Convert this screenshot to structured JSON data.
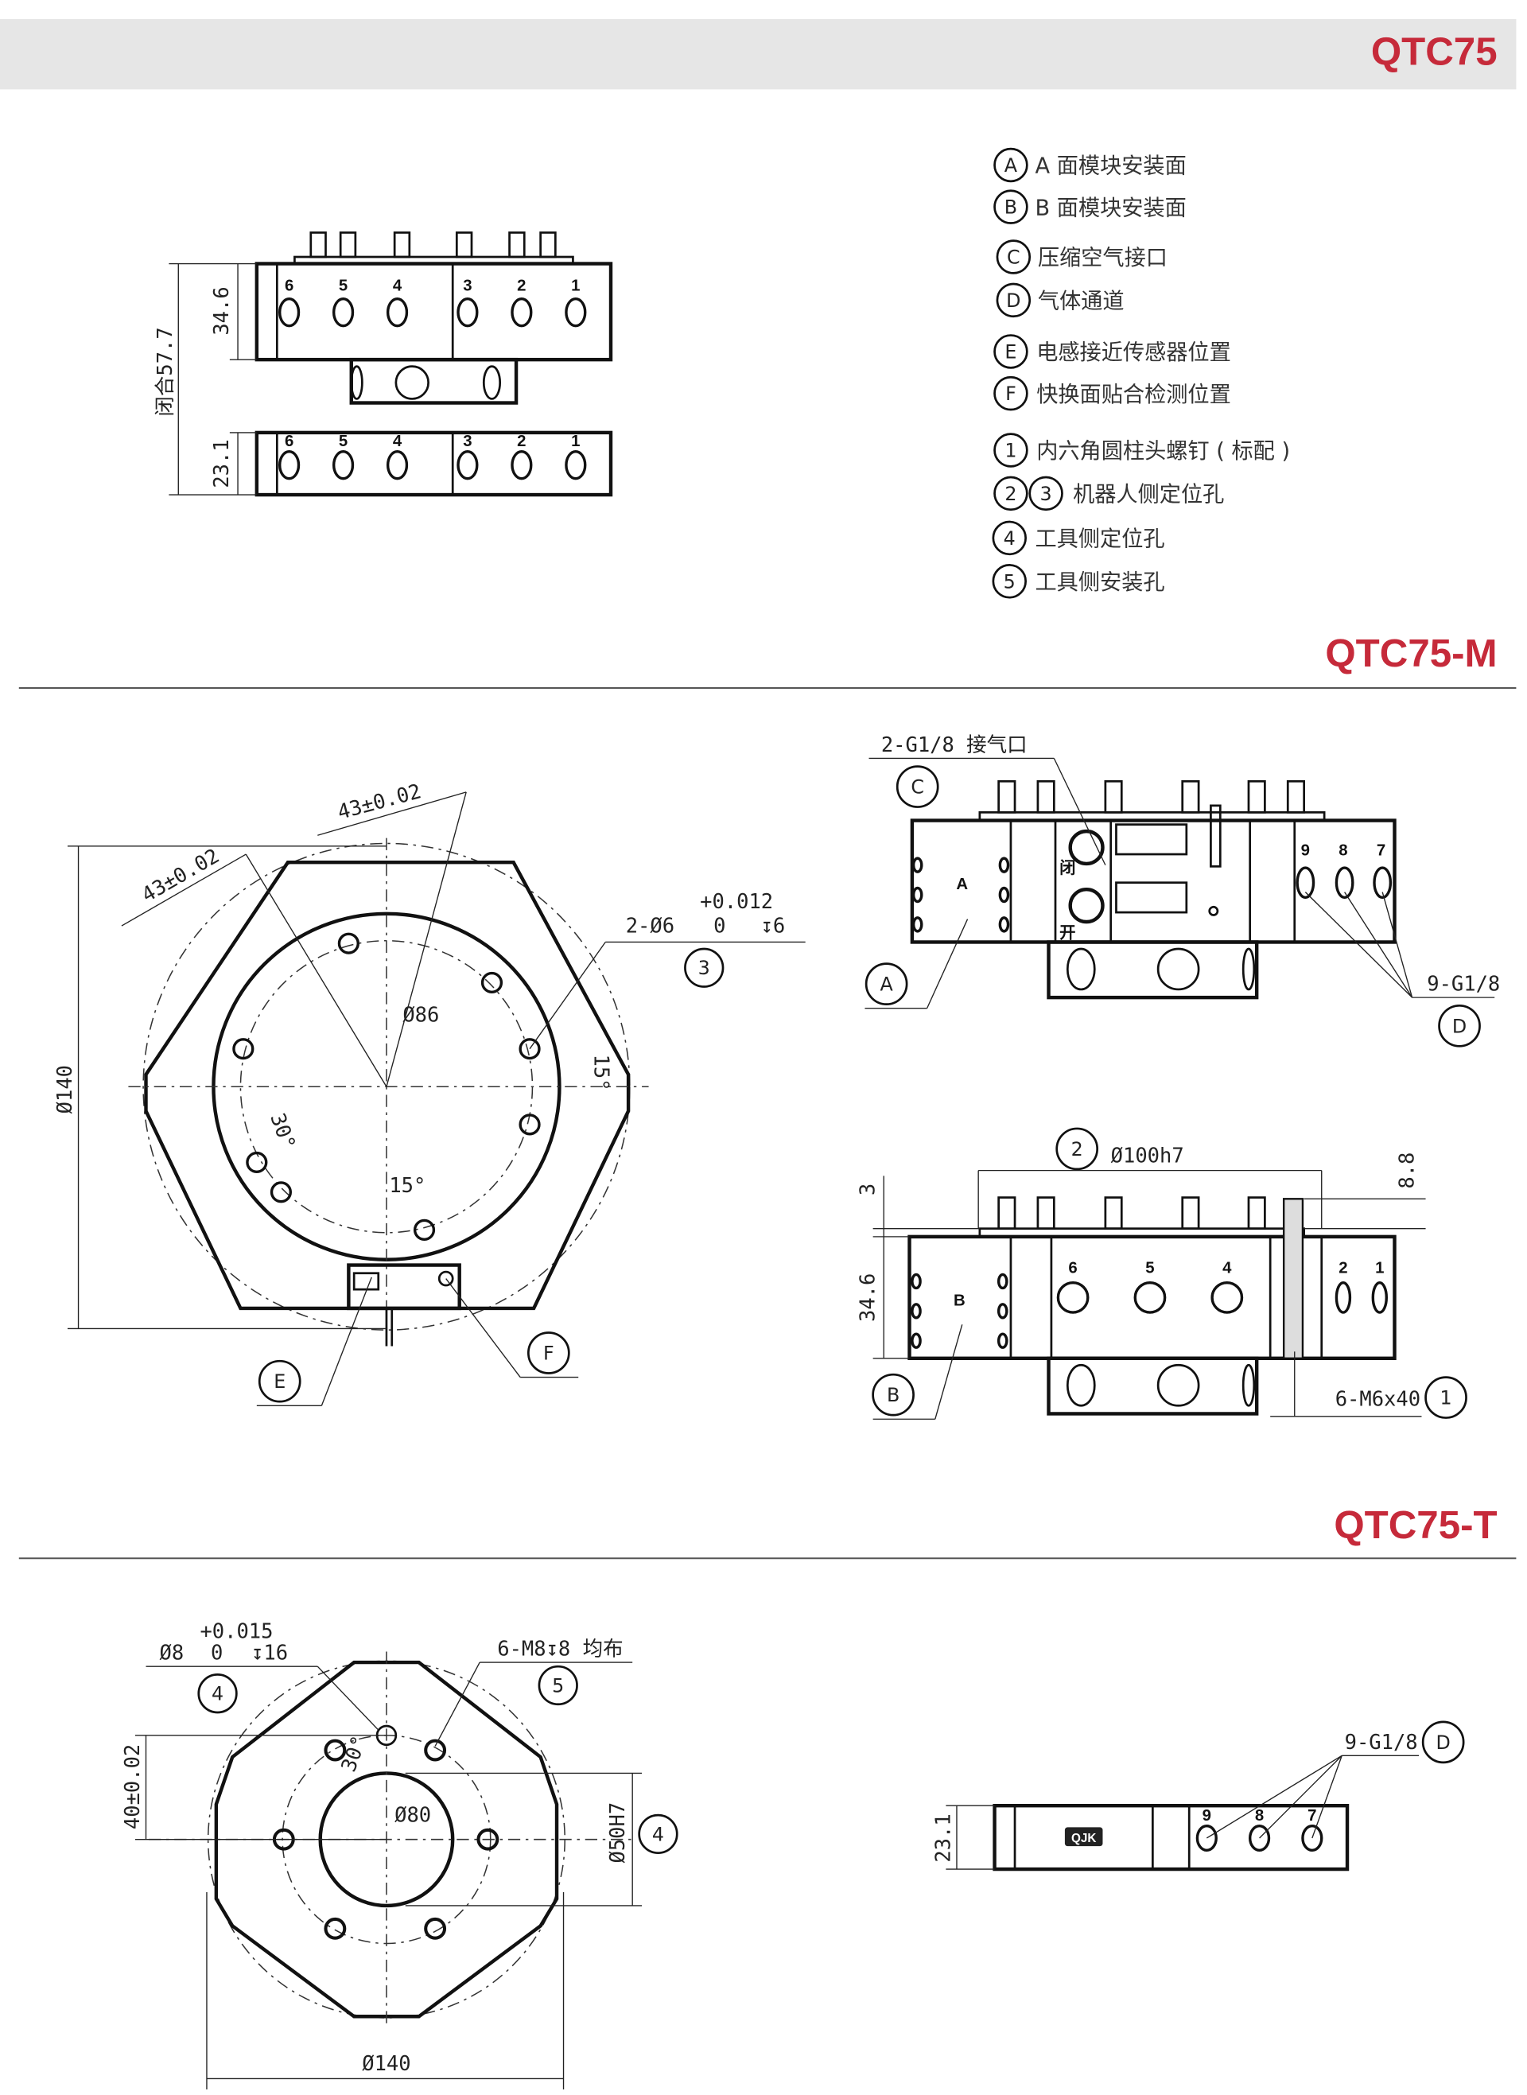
{
  "colors": {
    "accent": "#c62a3a",
    "header_band": "#e6e6e6"
  },
  "sections": {
    "qtc75": {
      "title": "QTC75"
    },
    "qtc75m": {
      "title": "QTC75-M"
    },
    "qtc75t": {
      "title": "QTC75-T"
    }
  },
  "legend": [
    {
      "marks": [
        "A"
      ],
      "text": "A 面模块安装面"
    },
    {
      "marks": [
        "B"
      ],
      "text": "B 面模块安装面"
    },
    {
      "marks": [
        "C"
      ],
      "text": "压缩空气接口"
    },
    {
      "marks": [
        "D"
      ],
      "text": "气体通道"
    },
    {
      "marks": [
        "E"
      ],
      "text": "电感接近传感器位置"
    },
    {
      "marks": [
        "F"
      ],
      "text": "快换面贴合检测位置"
    },
    {
      "marks": [
        "1"
      ],
      "text": "内六角圆柱头螺钉 ( 标配 )"
    },
    {
      "marks": [
        "2",
        "3"
      ],
      "text": "机器人侧定位孔"
    },
    {
      "marks": [
        "4"
      ],
      "text": "工具侧定位孔"
    },
    {
      "marks": [
        "5"
      ],
      "text": "工具侧安装孔"
    }
  ],
  "side_view": {
    "closed_height": "闭合57.7",
    "robot_height": "34.6",
    "tool_height": "23.1",
    "port_numbers_left": [
      "6",
      "5",
      "4"
    ],
    "port_numbers_right": [
      "3",
      "2",
      "1"
    ]
  },
  "m_front": {
    "dim_diameter": "Ø140",
    "dim_43a": "43±0.02",
    "dim_43b": "43±0.02",
    "hole_callout": "2-Ø6",
    "hole_tol_upper": "+0.012",
    "hole_tol_lower": "0",
    "hole_depth": "↧6",
    "hole_ref": "3",
    "pcd": "Ø86",
    "angle_15a": "15°",
    "angle_30": "30°",
    "angle_15b": "15°",
    "ref_e": "E",
    "ref_f": "F"
  },
  "m_side_a": {
    "air_port": "2-G1/8 接气口",
    "ref_c": "C",
    "ref_a": "A",
    "face_mark": "A",
    "close_label": "闭",
    "open_label": "开",
    "port_numbers": [
      "9",
      "8",
      "7"
    ],
    "channel_callout": "9-G1/8",
    "ref_d": "D"
  },
  "m_side_b": {
    "ref_2": "2",
    "pilot": "Ø100h7",
    "dim_8_8": "8.8",
    "dim_3": "3",
    "dim_34_6": "34.6",
    "face_mark": "B",
    "port_numbers": [
      "6",
      "5",
      "4",
      "2",
      "1"
    ],
    "screw": "6-M6x40",
    "ref_1": "1",
    "ref_b": "B"
  },
  "t_front": {
    "pin_callout": "Ø8",
    "pin_tol_upper": "+0.015",
    "pin_tol_lower": "0",
    "pin_depth": "↧16",
    "ref_4": "4",
    "thread_callout": "6-M8↧8 均布",
    "ref_5": "5",
    "dim_40": "40±0.02",
    "angle_30": "30°",
    "pcd": "Ø80",
    "bore": "Ø50H7",
    "ref_4b": "4",
    "dim_diameter": "Ø140"
  },
  "t_side": {
    "height": "23.1",
    "logo": "QJK",
    "port_numbers": [
      "9",
      "8",
      "7"
    ],
    "channel_callout": "9-G1/8",
    "ref_d": "D"
  }
}
